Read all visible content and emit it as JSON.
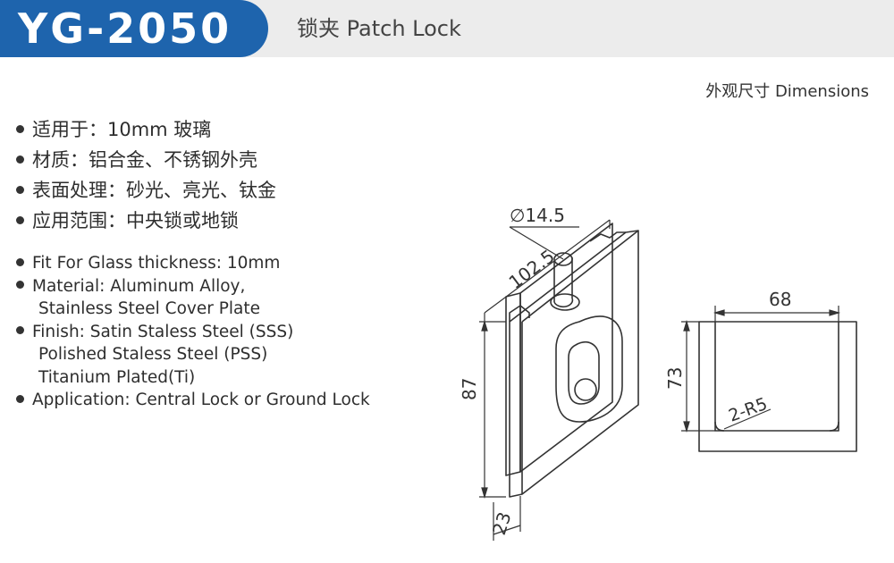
{
  "header": {
    "model": "YG-2050",
    "product_name": "锁夹 Patch Lock"
  },
  "dimensions_label": "外观尺寸 Dimensions",
  "specs_cn": [
    "适用于：10mm 玻璃",
    "材质：铝合金、不锈钢外壳",
    "表面处理：砂光、亮光、钛金",
    "应用范围：中央锁或地锁"
  ],
  "specs_en": [
    {
      "lines": [
        "Fit For Glass thickness: 10mm"
      ]
    },
    {
      "lines": [
        "Material: Aluminum Alloy,",
        "Stainless Steel Cover Plate"
      ]
    },
    {
      "lines": [
        "Finish: Satin Staless Steel (SSS)",
        "Polished Staless Steel (PSS)",
        "Titanium Plated(Ti)"
      ]
    },
    {
      "lines": [
        "Application: Central Lock or Ground Lock"
      ]
    }
  ],
  "drawing_dimensions": {
    "diameter": "∅14.5",
    "length": "102.5",
    "height": "87",
    "depth": "23",
    "width": "68",
    "side_height": "73",
    "radius": "2-R5"
  },
  "colors": {
    "badge": "#1e64ad",
    "header_bar": "#ececec"
  }
}
